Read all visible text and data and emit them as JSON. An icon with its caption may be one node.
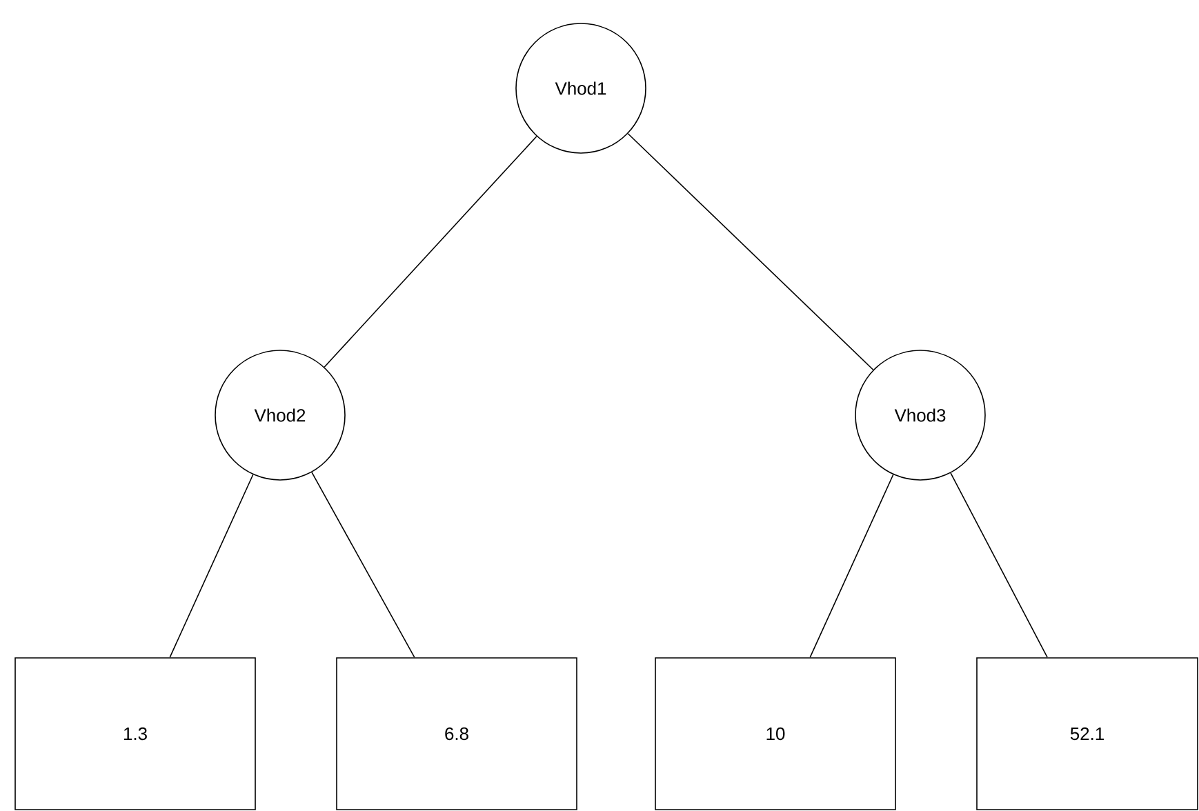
{
  "diagram": {
    "nodes": [
      {
        "text": [
          "Vhod1"
        ]
      },
      {
        "text": [
          "Vhod2"
        ]
      },
      {
        "text": [
          "Vhod3"
        ]
      },
      {
        "text": [
          "1.3"
        ]
      },
      {
        "text": [
          "6.8"
        ]
      },
      {
        "text": [
          "10"
        ]
      },
      {
        "text": [
          "52.1"
        ]
      }
    ],
    "edges": [
      {
        "from": 0,
        "to": 1,
        "arrow": "none"
      },
      {
        "from": 0,
        "to": 2,
        "arrow": "none"
      },
      {
        "from": 1,
        "to": 3,
        "arrow": "none"
      },
      {
        "from": 1,
        "to": 4,
        "arrow": "none"
      },
      {
        "from": 2,
        "to": 5,
        "arrow": "none"
      },
      {
        "from": 2,
        "to": 6,
        "arrow": "none"
      }
    ]
  }
}
